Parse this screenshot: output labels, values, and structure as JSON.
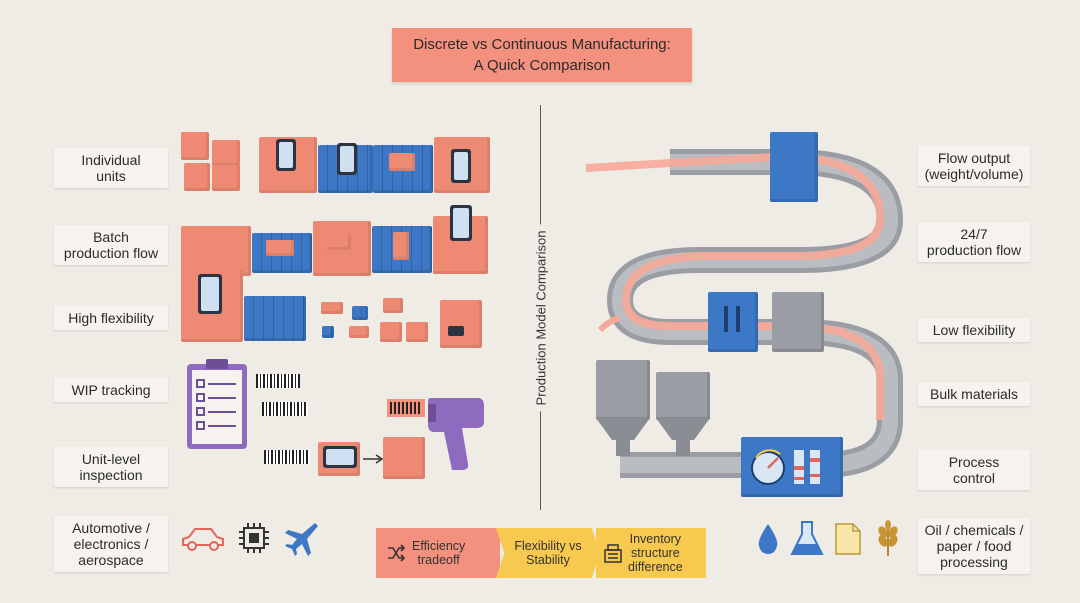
{
  "title": {
    "line1": "Discrete vs Continuous Manufacturing:",
    "line2": "A Quick Comparison"
  },
  "center_label": "Production Model Comparison",
  "discrete_labels": [
    {
      "l1": "Individual",
      "l2": "units"
    },
    {
      "l1": "Batch",
      "l2": "production flow"
    },
    {
      "l1": "High flexibility",
      "l2": ""
    },
    {
      "l1": "WIP tracking",
      "l2": ""
    },
    {
      "l1": "Unit-level",
      "l2": "inspection"
    },
    {
      "l1": "Automotive /",
      "l2": "electronics /",
      "l3": "aerospace"
    }
  ],
  "continuous_labels": [
    {
      "l1": "Flow output",
      "l2": "(weight/volume)"
    },
    {
      "l1": "24/7",
      "l2": "production flow"
    },
    {
      "l1": "Low flexibility",
      "l2": ""
    },
    {
      "l1": "Bulk materials",
      "l2": ""
    },
    {
      "l1": "Process",
      "l2": "control"
    },
    {
      "l1": "Oil / chemicals /",
      "l2": "paper / food",
      "l3": "processing"
    }
  ],
  "banner": {
    "efficiency": {
      "l1": "Efficiency",
      "l2": "tradeoff"
    },
    "flexibility": {
      "l1": "Flexibility vs",
      "l2": "Stability"
    },
    "inventory": {
      "l1": "Inventory",
      "l2": "structure",
      "l3": "difference"
    }
  },
  "icons": {
    "discrete_industries": [
      "car-icon",
      "chip-icon",
      "airplane-icon"
    ],
    "continuous_industries": [
      "droplet-icon",
      "flask-icon",
      "paper-icon",
      "wheat-icon"
    ],
    "banner": [
      "shuffle-icon",
      "container-icon"
    ]
  },
  "colors": {
    "salmon": "#f4907e",
    "blue": "#3d78c6",
    "yellow": "#f7c94f",
    "grey": "#9a9ea4",
    "purple": "#8e6bbf",
    "background": "#efece6"
  }
}
